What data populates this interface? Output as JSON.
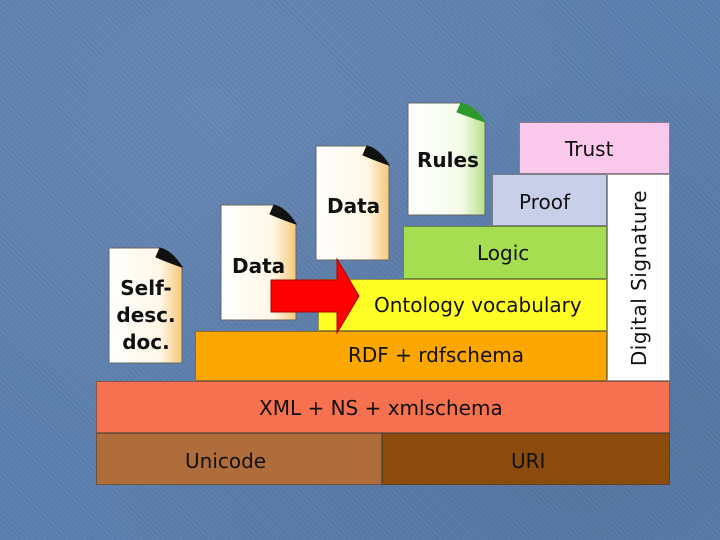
{
  "layers": {
    "unicode": "Unicode",
    "uri": "URI",
    "xml": "XML + NS + xmlschema",
    "rdf": "RDF + rdfschema",
    "ontology": "Ontology vocabulary",
    "logic": "Logic",
    "proof": "Proof",
    "trust": "Trust",
    "digital_signature": "Digital Signature"
  },
  "documents": {
    "self_desc": [
      "Self-",
      "desc.",
      "doc."
    ],
    "data_lower": "Data",
    "data_upper": "Data",
    "rules": "Rules"
  },
  "colors": {
    "background": "#5c7fae",
    "unicode": "#b06d3c",
    "uri": "#8a4b0c",
    "xml": "#f57150",
    "rdf": "#fba700",
    "ontology": "#ffff26",
    "logic": "#a5de50",
    "proof": "#c7cfe9",
    "trust": "#f9c8ea",
    "digital_signature": "#ffffff",
    "arrow": "#ff0000",
    "doc_fold_black": "#111111",
    "doc_fold_green": "#2e9a2e"
  },
  "icons": {
    "arrow": "right-arrow-icon",
    "fold": "page-fold-icon"
  }
}
